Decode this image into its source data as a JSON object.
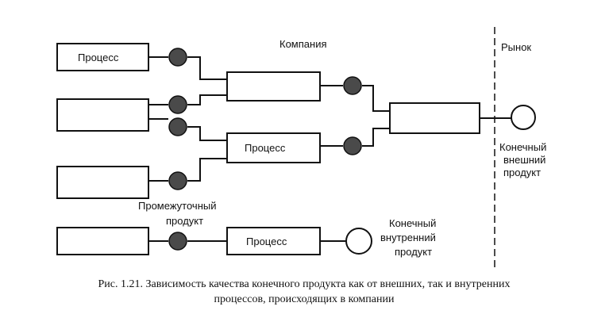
{
  "labels": {
    "company": "Компания",
    "market": "Рынок",
    "process": "Процесс",
    "intermediate_line1": "Промежуточный",
    "intermediate_line2": "продукт",
    "final_external_line1": "Конечный",
    "final_external_line2": "внешний",
    "final_external_line3": "продукт",
    "final_internal_line1": "Конечный",
    "final_internal_line2": "внутренний",
    "final_internal_line3": "продукт"
  },
  "caption": {
    "line1": "Рис. 1.21. Зависимость качества конечного продукта как от внешних, так и внутренних",
    "line2": "процессов, происходящих в компании"
  },
  "colors": {
    "line": "#111111",
    "node_fill": "#4a4a4a",
    "background": "#ffffff"
  }
}
